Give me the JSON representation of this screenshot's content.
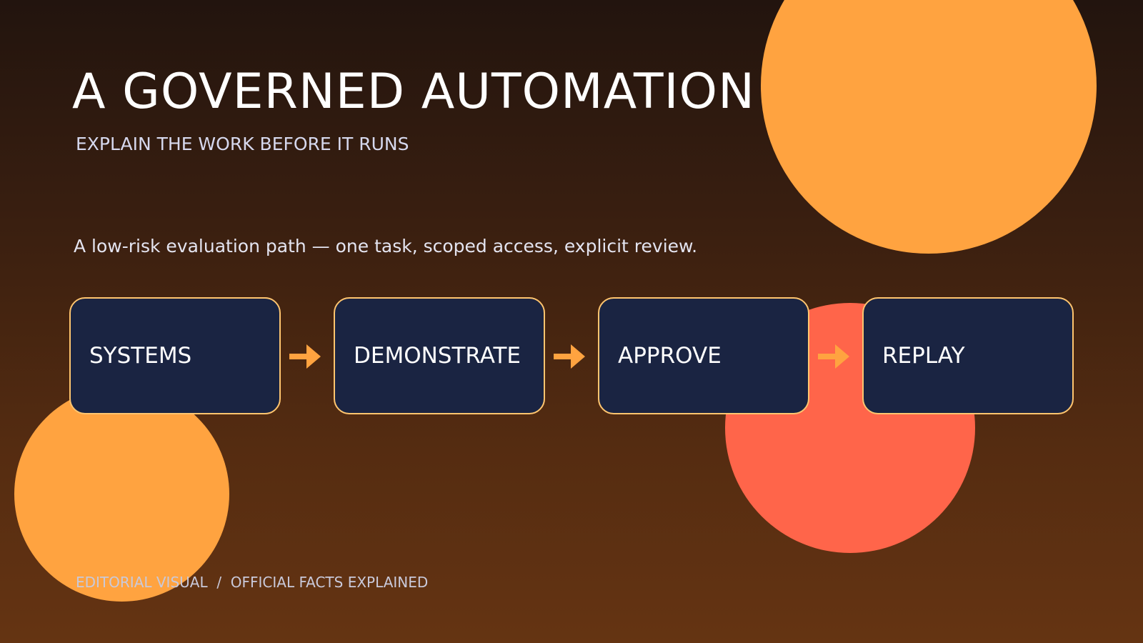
{
  "header": {
    "title": "A GOVERNED AUTOMATION",
    "subtitle": "EXPLAIN THE WORK BEFORE IT RUNS"
  },
  "description": "A low-risk evaluation path — one task, scoped access, explicit review.",
  "flow": {
    "steps": [
      {
        "label": "SYSTEMS"
      },
      {
        "label": "DEMONSTRATE"
      },
      {
        "label": "APPROVE"
      },
      {
        "label": "REPLAY"
      }
    ],
    "arrow_icon": "arrow-right-icon"
  },
  "footer": "EDITORIAL VISUAL  /  OFFICIAL FACTS EXPLAINED",
  "colors": {
    "accent_orange": "#ffa340",
    "accent_coral": "#ff654a",
    "box_fill": "#1a2442",
    "box_border": "#ffc56f"
  }
}
